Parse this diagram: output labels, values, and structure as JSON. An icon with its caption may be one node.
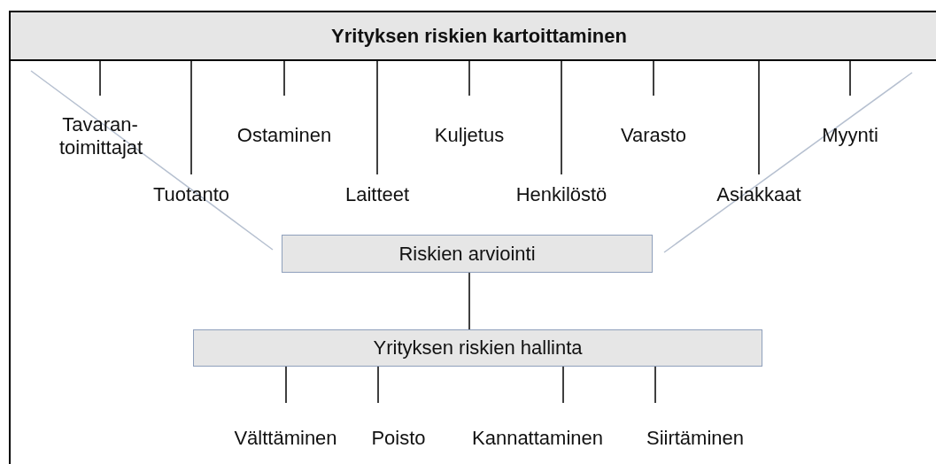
{
  "diagram": {
    "nodes": [
      {
        "text": [
          "Yrityksen riskien kartoittaminen"
        ]
      },
      {
        "text": [
          "Tavaran- toimittajat"
        ]
      },
      {
        "text": [
          "Tuotanto"
        ]
      },
      {
        "text": [
          "Ostaminen"
        ]
      },
      {
        "text": [
          "Laitteet"
        ]
      },
      {
        "text": [
          "Kuljetus"
        ]
      },
      {
        "text": [
          "Henkilöstö"
        ]
      },
      {
        "text": [
          "Varasto"
        ]
      },
      {
        "text": [
          "Asiakkaat"
        ]
      },
      {
        "text": [
          "Myynti"
        ]
      },
      {
        "text": [
          "Riskien arviointi"
        ]
      },
      {
        "text": [
          "Yrityksen riskien hallinta"
        ]
      },
      {
        "text": [
          "Välttäminen"
        ]
      },
      {
        "text": [
          "Poisto"
        ]
      },
      {
        "text": [
          "Kannattaminen"
        ]
      },
      {
        "text": [
          "Siirtäminen"
        ]
      }
    ],
    "edges": [
      {
        "from": 0,
        "to": 1,
        "arrow": "none"
      },
      {
        "from": 0,
        "to": 2,
        "arrow": "none"
      },
      {
        "from": 0,
        "to": 3,
        "arrow": "none"
      },
      {
        "from": 0,
        "to": 4,
        "arrow": "none"
      },
      {
        "from": 0,
        "to": 5,
        "arrow": "none"
      },
      {
        "from": 0,
        "to": 6,
        "arrow": "none"
      },
      {
        "from": 0,
        "to": 7,
        "arrow": "none"
      },
      {
        "from": 0,
        "to": 8,
        "arrow": "none"
      },
      {
        "from": 0,
        "to": 9,
        "arrow": "none"
      },
      {
        "from": 10,
        "to": 11,
        "arrow": "none"
      },
      {
        "from": 11,
        "to": 12,
        "arrow": "none"
      },
      {
        "from": 11,
        "to": 13,
        "arrow": "none"
      },
      {
        "from": 11,
        "to": 14,
        "arrow": "none"
      },
      {
        "from": 11,
        "to": 15,
        "arrow": "none"
      }
    ]
  }
}
